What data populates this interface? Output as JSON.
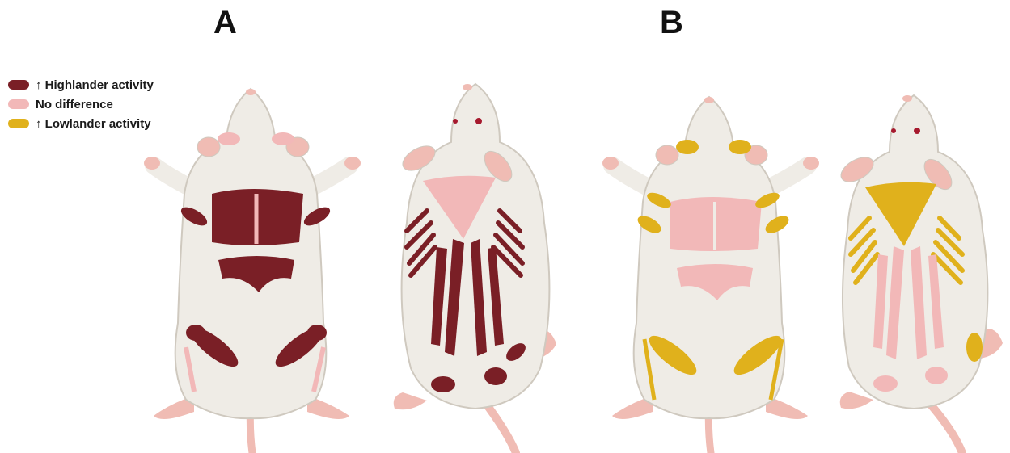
{
  "panels": {
    "a_label": "A",
    "b_label": "B"
  },
  "legend": [
    {
      "label": "↑ Highlander activity",
      "color": "#7a1f26"
    },
    {
      "label": "No difference",
      "color": "#f2b8b8"
    },
    {
      "label": "↑ Lowlander activity",
      "color": "#e0b11c"
    }
  ],
  "colors": {
    "high": "#7a1f26",
    "none": "#f2b8b8",
    "low": "#e0b11c",
    "body": "#efece6",
    "outline": "#cfc9bf",
    "skin": "#f0bcb4"
  }
}
